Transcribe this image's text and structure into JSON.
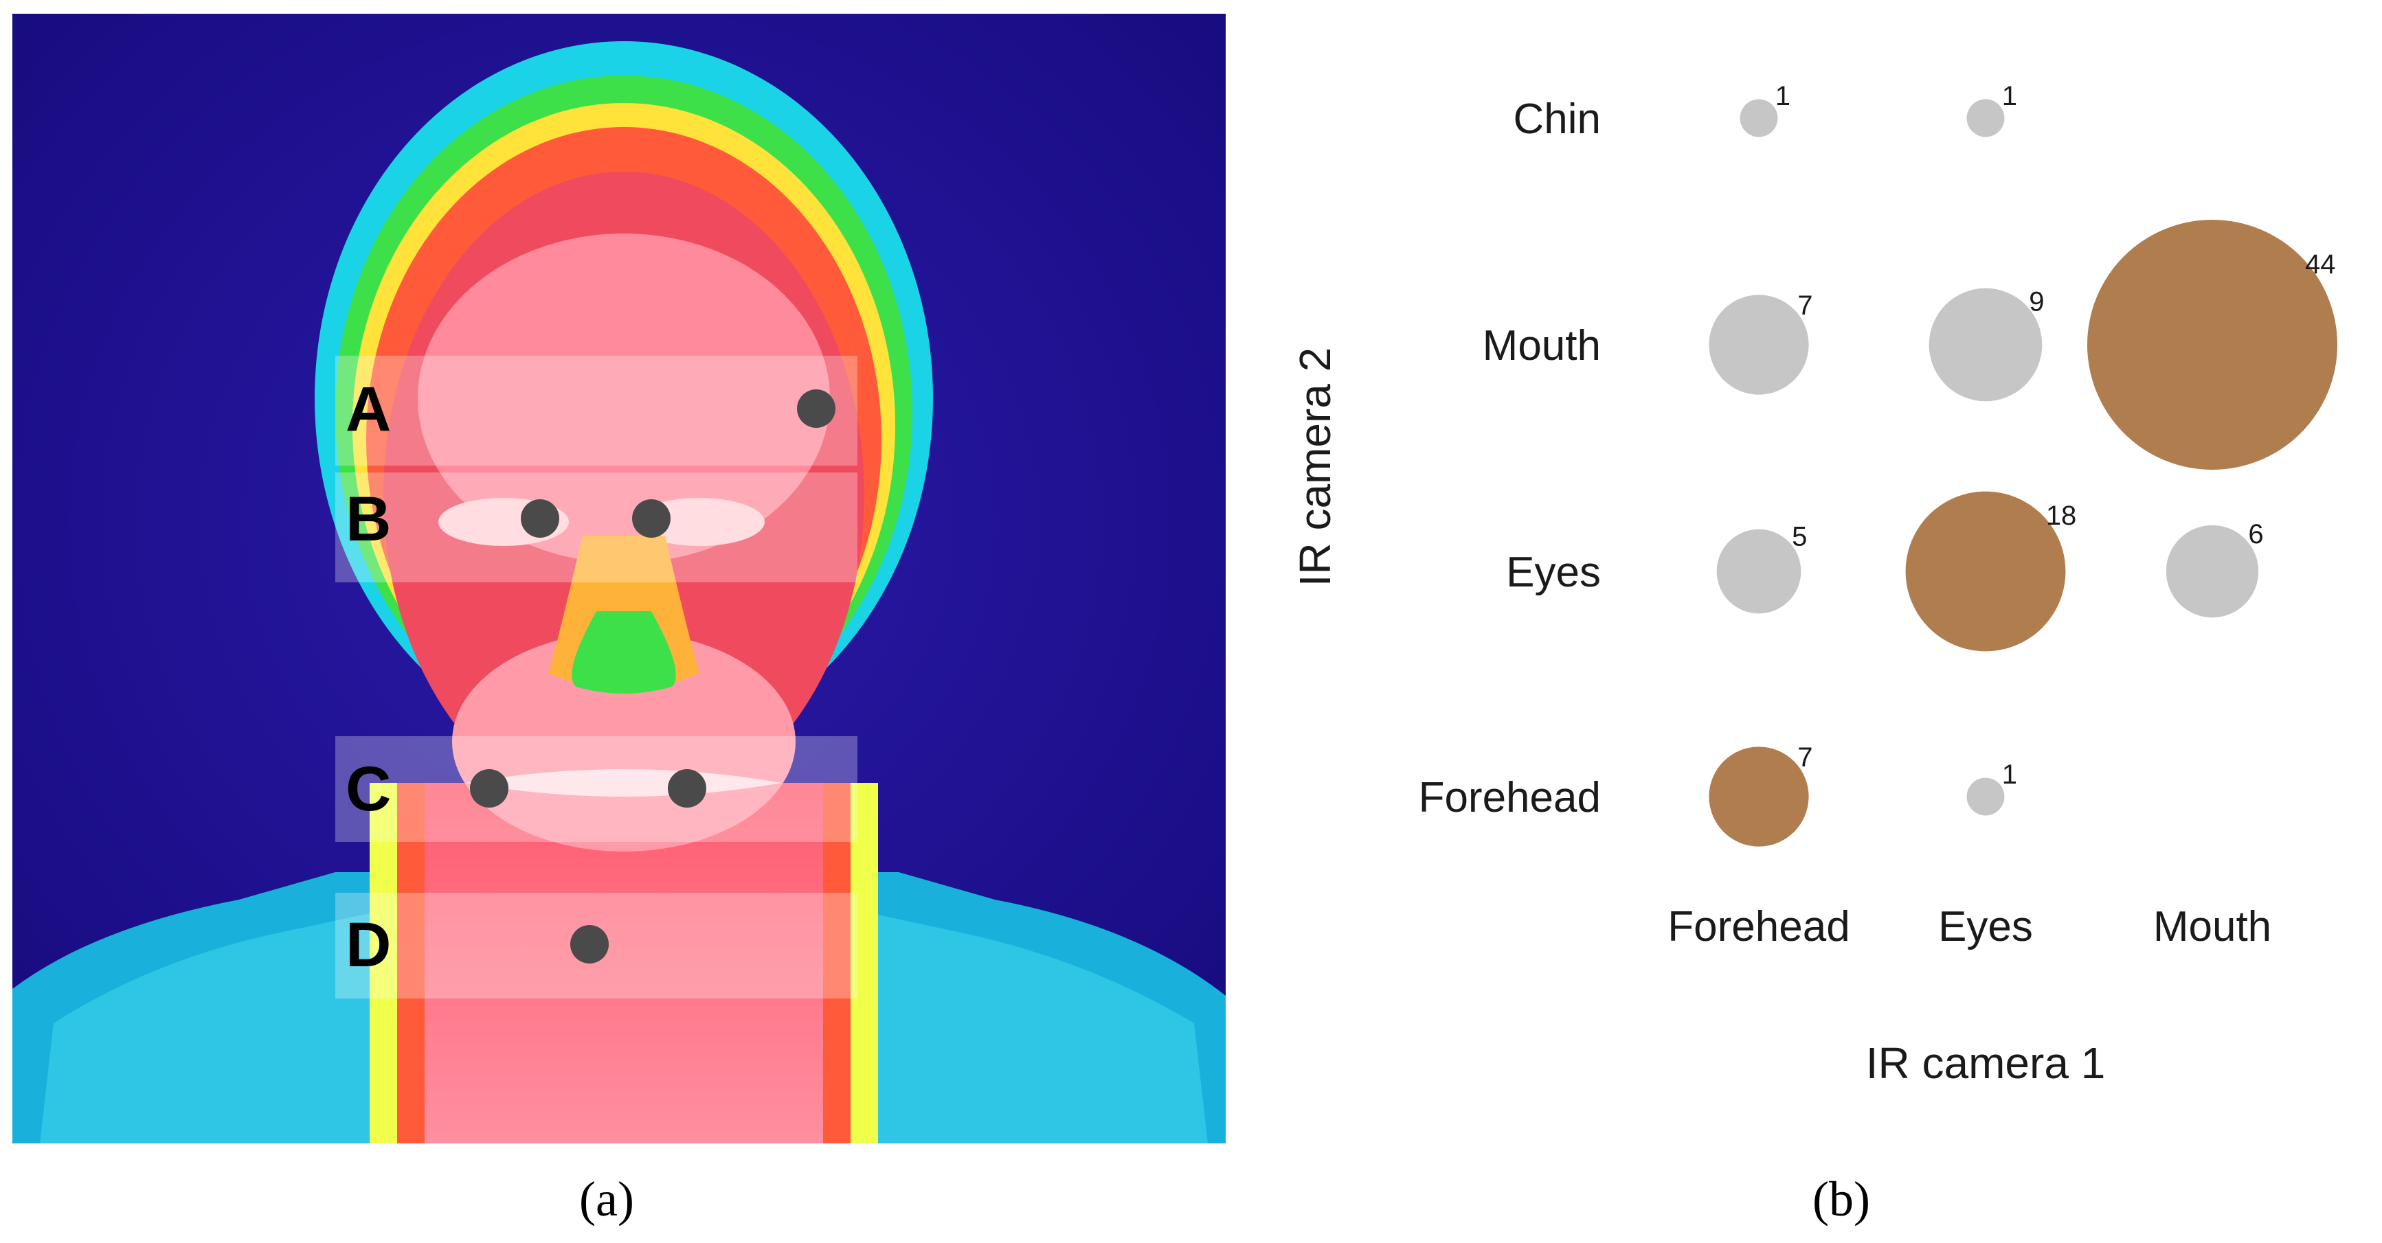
{
  "panel_a": {
    "regions": [
      {
        "letter": "A",
        "points": 1
      },
      {
        "letter": "B",
        "points": 2
      },
      {
        "letter": "C",
        "points": 2
      },
      {
        "letter": "D",
        "points": 1
      }
    ],
    "caption": "(a)",
    "colors": {
      "background": "#1a0d8e",
      "skin_hot": "#f24a5c",
      "skin_warm": "#ff9aa6",
      "hair_green": "#3ee04a",
      "hair_cyan": "#1ad3e6",
      "marker": "#4a4a4a",
      "band": "#ffffff"
    }
  },
  "chart_data": {
    "type": "scatter",
    "subtype": "bubble",
    "xlabel": "IR camera 1",
    "ylabel": "IR camera 2",
    "x_categories": [
      "Forehead",
      "Eyes",
      "Mouth"
    ],
    "y_categories": [
      "Forehead",
      "Eyes",
      "Mouth",
      "Chin"
    ],
    "points": [
      {
        "x": "Forehead",
        "y": "Chin",
        "value": 1
      },
      {
        "x": "Eyes",
        "y": "Chin",
        "value": 1
      },
      {
        "x": "Forehead",
        "y": "Mouth",
        "value": 7
      },
      {
        "x": "Eyes",
        "y": "Mouth",
        "value": 9
      },
      {
        "x": "Mouth",
        "y": "Mouth",
        "value": 44
      },
      {
        "x": "Forehead",
        "y": "Eyes",
        "value": 5
      },
      {
        "x": "Eyes",
        "y": "Eyes",
        "value": 18
      },
      {
        "x": "Mouth",
        "y": "Eyes",
        "value": 6
      },
      {
        "x": "Forehead",
        "y": "Forehead",
        "value": 7
      },
      {
        "x": "Eyes",
        "y": "Forehead",
        "value": 1
      }
    ],
    "colors": {
      "agree": "#b07d4f",
      "disagree": "#c6c6c6"
    },
    "grid": false,
    "legend": "none",
    "caption": "(b)"
  }
}
